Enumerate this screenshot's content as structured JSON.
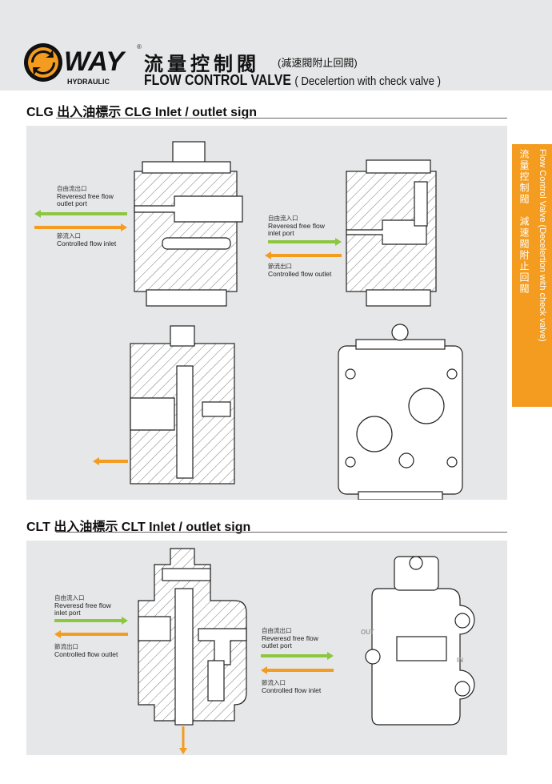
{
  "header": {
    "logo_text": "WAY",
    "logo_sub": "HYDRAULIC",
    "registered": "®",
    "title_zh": "流量控制閥",
    "subtitle_zh": "(減速閥附止回閥)",
    "title_en": "FLOW CONTROL VALVE",
    "subtitle_en": "( Decelertion with check valve )"
  },
  "side_tab": {
    "zh": "流量控制閥　減速閥附止回閥",
    "en": "Flow Control Valve (Decelertion with check valve)"
  },
  "colors": {
    "green": "#8dc63f",
    "orange": "#f39c1f",
    "panel": "#e6e7e8"
  },
  "sections": [
    {
      "title": "CLG 出入油標示  CLG Inlet / outlet sign",
      "labels": [
        {
          "zh": "自由流出口",
          "en1": "Reveresd free flow",
          "en2": "outlet port"
        },
        {
          "zh": "節流入口",
          "en1": "Controlled flow inlet",
          "en2": ""
        },
        {
          "zh": "自由流入口",
          "en1": "Reveresd free flow",
          "en2": "inlet port"
        },
        {
          "zh": "節流出口",
          "en1": "Controlled flow outlet",
          "en2": ""
        }
      ]
    },
    {
      "title": "CLT 出入油標示  CLT Inlet / outlet sign",
      "labels": [
        {
          "zh": "自由流入口",
          "en1": "Reveresd free flow",
          "en2": "inlet port"
        },
        {
          "zh": "節流出口",
          "en1": "Controlled flow outlet",
          "en2": ""
        },
        {
          "zh": "自由流出口",
          "en1": "Reveresd free flow",
          "en2": "outlet port"
        },
        {
          "zh": "節流入口",
          "en1": "Controlled flow inlet",
          "en2": ""
        }
      ],
      "port_marks": [
        "OUT",
        "IN"
      ]
    }
  ]
}
